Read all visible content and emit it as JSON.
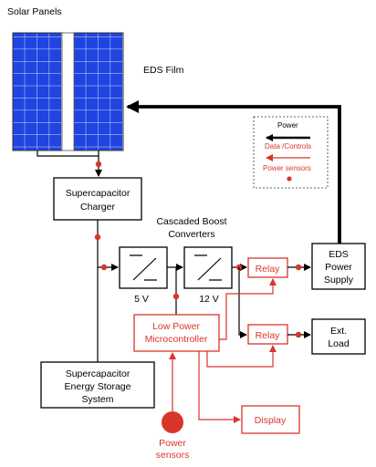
{
  "labels": {
    "solar_panels": "Solar Panels",
    "eds_film": "EDS Film",
    "supercap_charger_l1": "Supercapacitor",
    "supercap_charger_l2": "Charger",
    "cascaded_l1": "Cascaded Boost",
    "cascaded_l2": "Converters",
    "v5": "5 V",
    "v12": "12 V",
    "relay_top": "Relay",
    "relay_bottom": "Relay",
    "eds_supply_l1": "EDS",
    "eds_supply_l2": "Power",
    "eds_supply_l3": "Supply",
    "ext_load_l1": "Ext.",
    "ext_load_l2": "Load",
    "mcu_l1": "Low Power",
    "mcu_l2": "Microcontroller",
    "storage_l1": "Supercapacitor",
    "storage_l2": "Energy Storage",
    "storage_l3": "System",
    "display": "Display",
    "power_sensors_l1": "Power",
    "power_sensors_l2": "sensors"
  },
  "legend": {
    "power": "Power",
    "data_controls": "Data /Controls",
    "power_sensors": "Power sensors"
  },
  "colors": {
    "power_line": "#000000",
    "data_line": "#d8362a",
    "panel_blue": "#1f44e0"
  }
}
